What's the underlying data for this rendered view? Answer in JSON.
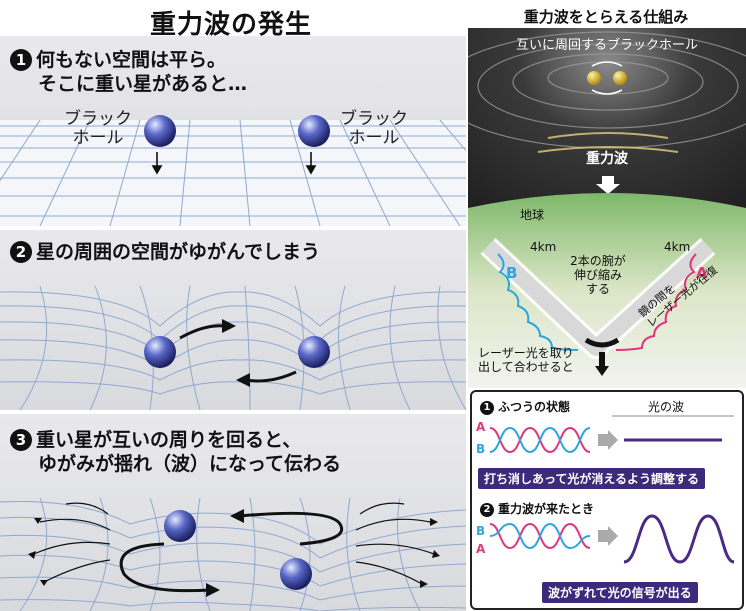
{
  "left": {
    "title": "重力波の発生",
    "step1": {
      "num": "1",
      "line1": "何もない空間は平ら。",
      "line2": "そこに重い星があると…"
    },
    "black_hole_label_line1": "ブラック",
    "black_hole_label_line2": "ホール",
    "step2": {
      "num": "2",
      "text": "星の周囲の空間がゆがんでしまう"
    },
    "step3": {
      "num": "3",
      "line1": "重い星が互いの周りを回ると、",
      "line2": "ゆがみが揺れ（波）になって伝わる"
    }
  },
  "right": {
    "title": "重力波をとらえる仕組み",
    "orbit_caption": "互いに周回するブラックホール",
    "wave_label": "重力波",
    "earth_label": "地球",
    "arm_length_left": "4km",
    "arm_length_right": "4km",
    "arm_a": "A",
    "arm_b": "B",
    "arms_note_1": "2本の腕が",
    "arms_note_2": "伸び縮み",
    "arms_note_3": "する",
    "mirror_note_1": "鏡の間を",
    "mirror_note_2": "レーザー光が往復",
    "combine_note_1": "レーザー光を取り",
    "combine_note_2": "出して合わせると",
    "box": {
      "normal_num": "1",
      "normal_title": "ふつうの状態",
      "light_wave_label": "光の波",
      "normal_banner": "打ち消しあって光が消えるよう調整する",
      "wave_num": "2",
      "wave_title": "重力波が来たとき",
      "wave_banner": "波がずれて光の信号が出る",
      "label_a": "A",
      "label_b": "B"
    }
  },
  "colors": {
    "blue": "#2aa7e0",
    "pink": "#e0367a",
    "purple": "#4a2a86",
    "dark": "#3c2a7a"
  }
}
